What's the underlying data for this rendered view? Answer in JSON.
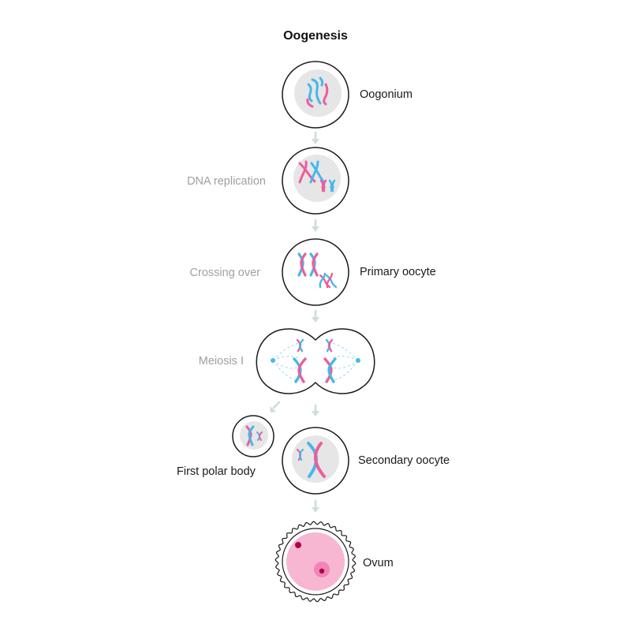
{
  "title": "Oogenesis",
  "colors": {
    "chromatid_blue": "#45b8ea",
    "chromatid_pink": "#ec5e9c",
    "nucleus_grey": "#e6e6e6",
    "arrow": "#cfdcde",
    "ovum_pink": "#f7b6d2",
    "label_grey": "#a0a0a0"
  },
  "stages": {
    "oogonium": "Oogonium",
    "dna_replication": "DNA replication",
    "crossing_over": "Crossing over",
    "primary_oocyte": "Primary oocyte",
    "meiosis_1": "Meiosis I",
    "first_polar_body": "First polar body",
    "secondary_oocyte": "Secondary oocyte",
    "ovum": "Ovum"
  }
}
